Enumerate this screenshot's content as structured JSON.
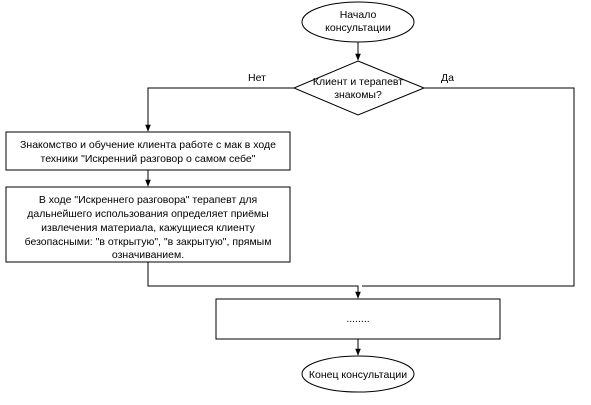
{
  "diagram": {
    "start": {
      "lines": [
        "Начало",
        "консультации"
      ]
    },
    "decision": {
      "lines": [
        "Клиент и терапевт",
        "знакомы?"
      ]
    },
    "branch_no": "Нет",
    "branch_yes": "Да",
    "step1": {
      "lines": [
        "Знакомство и обучение клиента работе с мак в ходе",
        "техники \"Искренний разговор о самом себе\""
      ]
    },
    "step2": {
      "lines": [
        "В ходе \"Искреннего разговора\" терапевт для",
        "дальнейшего использования определяет приёмы",
        "извлечения материала, кажущиеся клиенту",
        "безопасными: \"в открытую\", \"в закрытую\", прямым",
        "означиванием."
      ]
    },
    "placeholder": "........",
    "end": "Конец консультации"
  }
}
